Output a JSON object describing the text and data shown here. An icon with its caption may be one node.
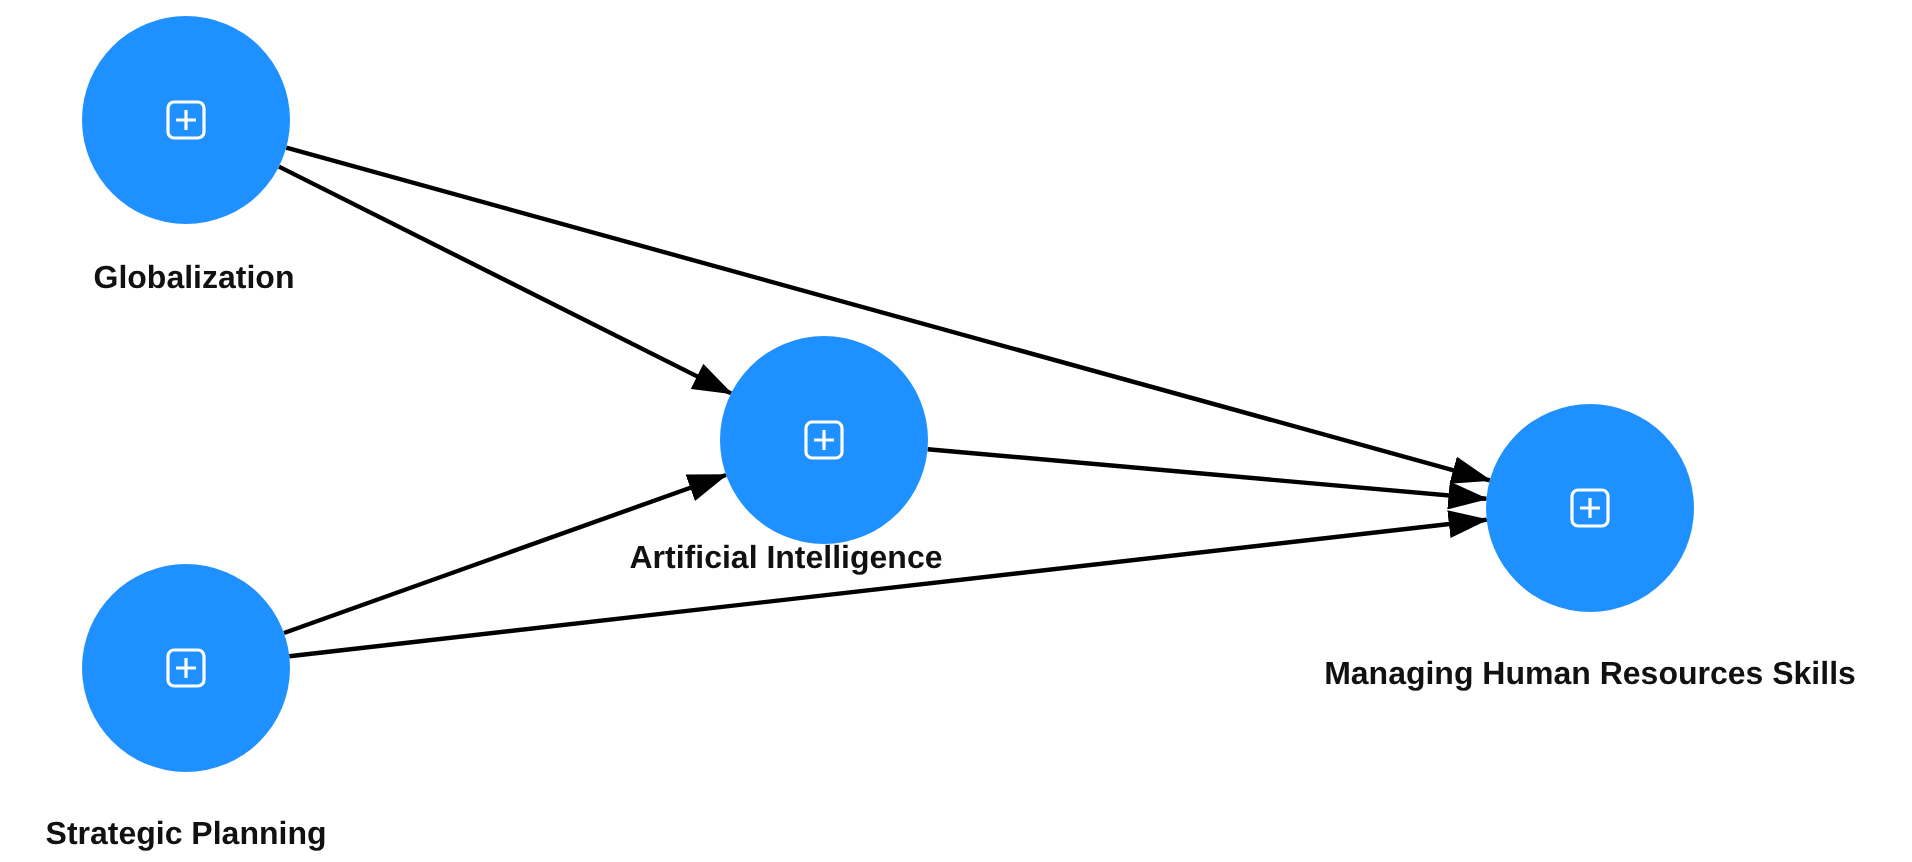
{
  "diagram": {
    "nodes": [
      {
        "text": [
          "Globalization"
        ]
      },
      {
        "text": [
          "Artificial Intelligence"
        ]
      },
      {
        "text": [
          "Strategic Planning"
        ]
      },
      {
        "text": [
          "Managing Human Resources Skills"
        ]
      }
    ],
    "edges": [
      {
        "from": 0,
        "to": 3,
        "arrow": "to"
      },
      {
        "from": 0,
        "to": 1,
        "arrow": "to"
      },
      {
        "from": 1,
        "to": 3,
        "arrow": "to"
      },
      {
        "from": 2,
        "to": 1,
        "arrow": "to"
      },
      {
        "from": 2,
        "to": 3,
        "arrow": "to"
      }
    ]
  }
}
